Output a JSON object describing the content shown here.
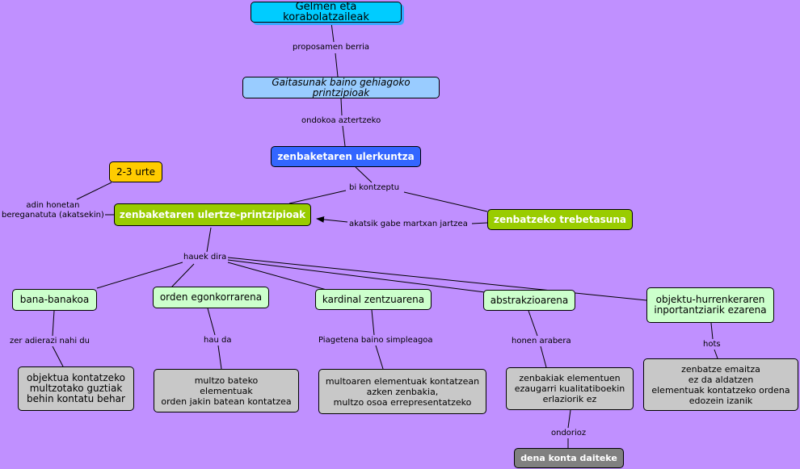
{
  "nodes": {
    "gelmen": "Gelmen eta korabolatzaileak",
    "gaitasunak": "Gaitasunak baino gehiagoko printzipioak",
    "ulerkuntza": "zenbaketaren ulerkuntza",
    "urte": "2-3 urte",
    "printzipioak": "zenbaketaren ulertze-printzipioak",
    "trebetasuna": "zenbatzeko trebetasuna",
    "bana": "bana-banakoa",
    "orden": "orden egonkorrarena",
    "kardinal": "kardinal zentzuarena",
    "abstrakzio": "abstrakzioarena",
    "objektu": "objektu-hurrenkeraren\ninportantziarik ezarena",
    "bana_desc": "objektua kontatzeko\nmultzotako guztiak\nbehin kontatu behar",
    "orden_desc": "multzo bateko\nelementuak\norden jakin batean kontatzea",
    "kardinal_desc": "multoaren elementuak kontatzean\nazken zenbakia,\nmultzo osoa errepresentatzeko",
    "abstrakzio_desc": "zenbakiak elementuen\nezaugarri kualitatiboekin\nerlaziorik ez",
    "objektu_desc": "zenbatze emaitza\nez da aldatzen\nelementuak kontatzeko ordena\nedozein izanik",
    "dena": "dena konta daiteke"
  },
  "links": {
    "proposamen": "proposamen berria",
    "ondokoa": "ondokoa aztertzeko",
    "bi": "bi kontzeptu",
    "adin": "adin honetan\nbereganatuta (akatsekin)",
    "akatsik": "akatsik gabe martxan jartzea",
    "hauek": "hauek dira",
    "zer": "zer adierazi nahi du",
    "hau": "hau da",
    "piagetena": "Piagetena baino simpleagoa",
    "honen": "honen arabera",
    "hots": "hots",
    "ondorioz": "ondorioz"
  },
  "colors": {
    "background": "#c090ff",
    "cyan": "#00ccff",
    "light_blue": "#99ccff",
    "blue": "#3366ff",
    "yellow": "#ffcc00",
    "green": "#99cc00",
    "mint": "#ccffcc",
    "grey": "#c8c8c8",
    "dark_grey": "#808080"
  }
}
